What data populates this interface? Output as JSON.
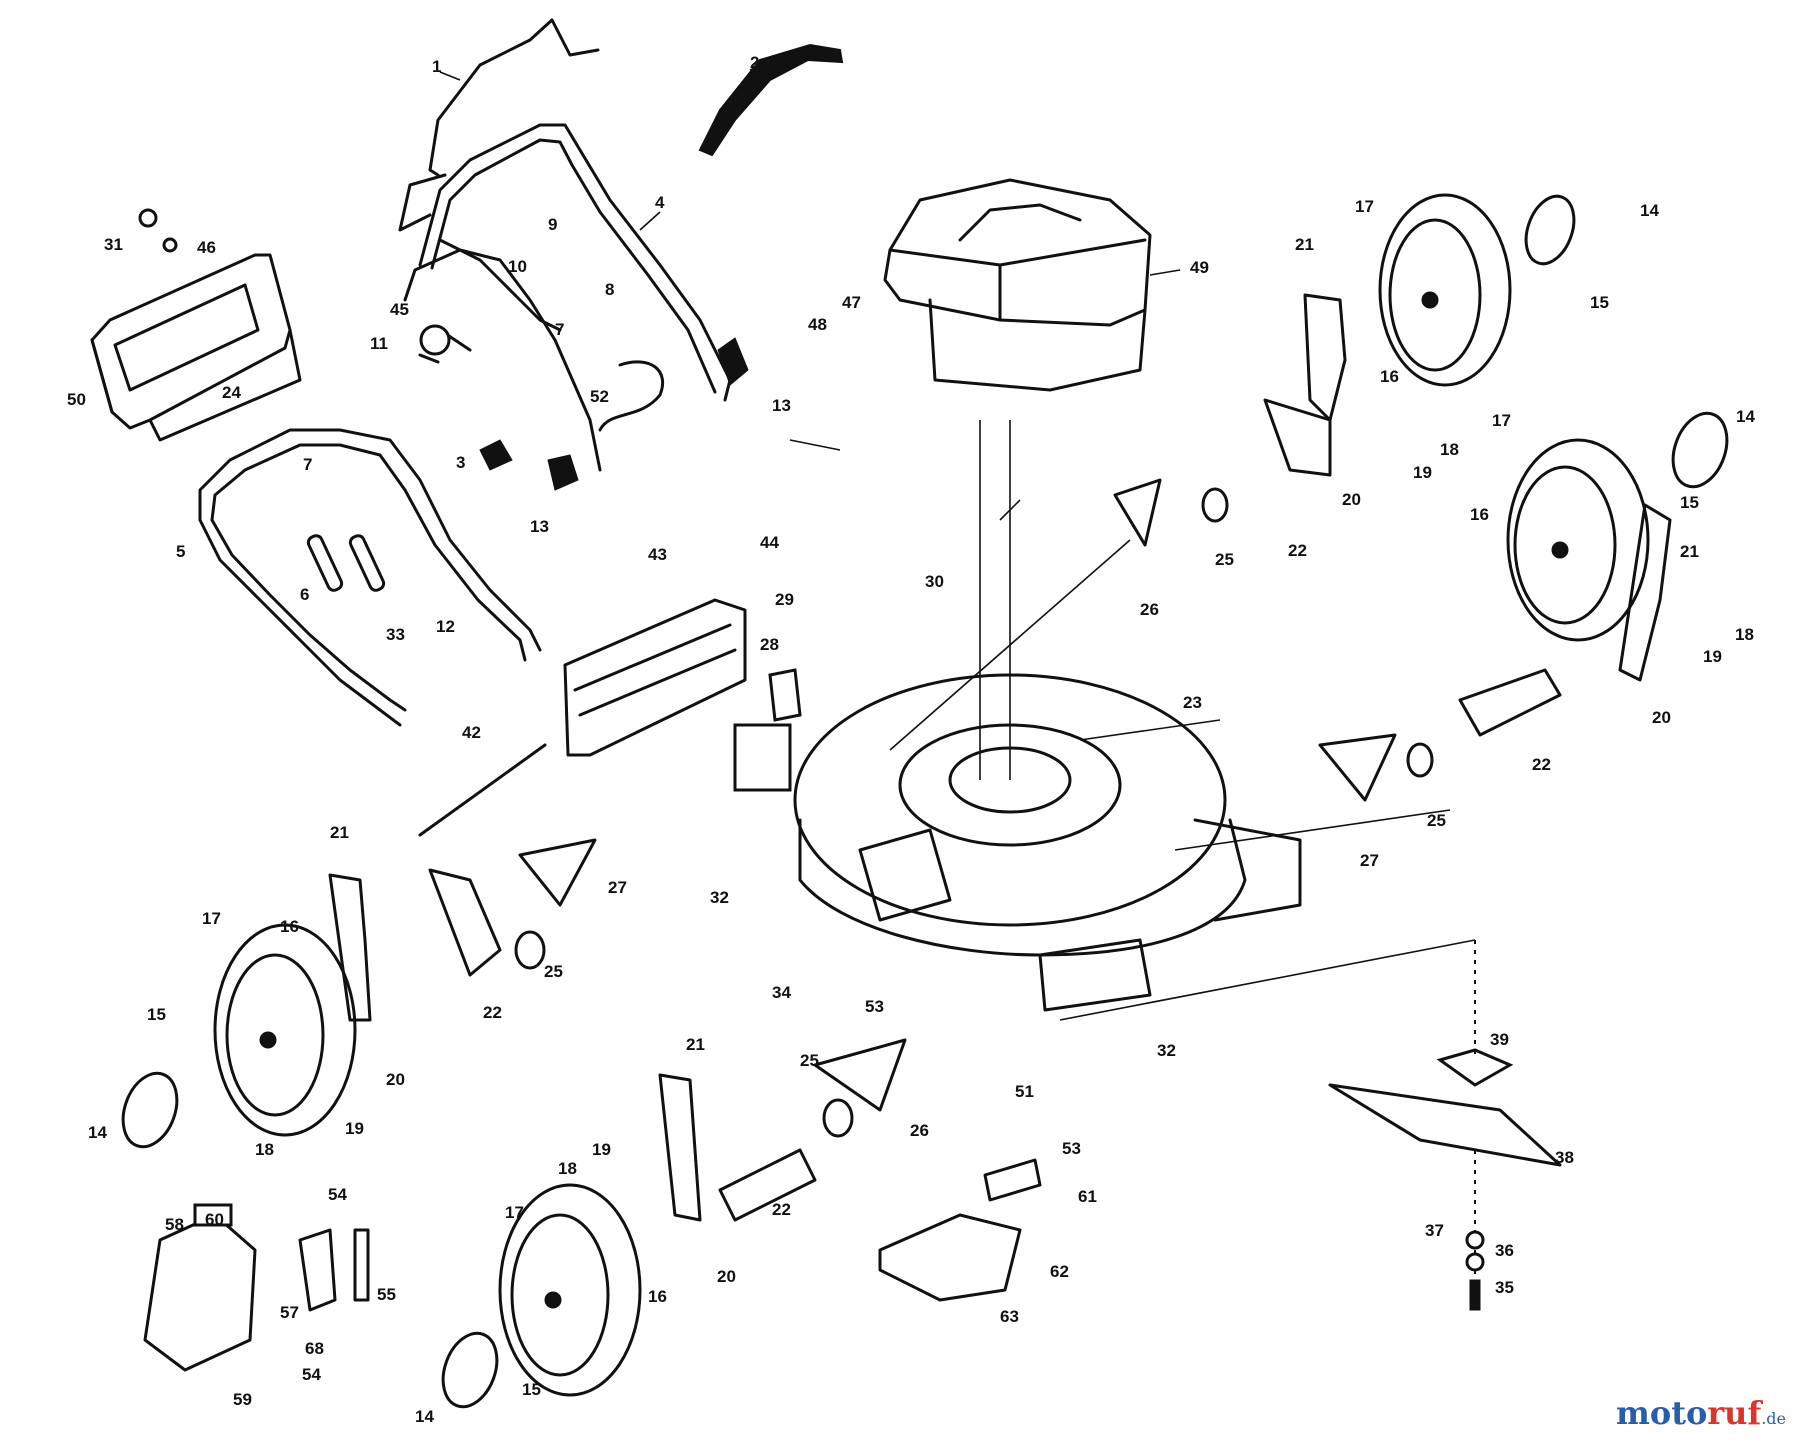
{
  "diagram": {
    "callouts": {
      "c1": "1",
      "c2": "2",
      "c3": "3",
      "c4": "4",
      "c5": "5",
      "c6": "6",
      "c7a": "7",
      "c7b": "7",
      "c8": "8",
      "c9": "9",
      "c10": "10",
      "c11": "11",
      "c12": "12",
      "c13a": "13",
      "c13b": "13",
      "c14a": "14",
      "c14b": "14",
      "c14c": "14",
      "c14d": "14",
      "c15a": "15",
      "c15b": "15",
      "c15c": "15",
      "c15d": "15",
      "c16a": "16",
      "c16b": "16",
      "c16c": "16",
      "c16d": "16",
      "c17a": "17",
      "c17b": "17",
      "c17c": "17",
      "c17d": "17",
      "c18a": "18",
      "c18b": "18",
      "c18c": "18",
      "c18d": "18",
      "c19a": "19",
      "c19b": "19",
      "c19c": "19",
      "c19d": "19",
      "c20a": "20",
      "c20b": "20",
      "c20c": "20",
      "c20d": "20",
      "c21a": "21",
      "c21b": "21",
      "c21c": "21",
      "c21d": "21",
      "c22a": "22",
      "c22b": "22",
      "c22c": "22",
      "c22d": "22",
      "c23": "23",
      "c24": "24",
      "c25a": "25",
      "c25b": "25",
      "c25c": "25",
      "c25d": "25",
      "c26a": "26",
      "c26b": "26",
      "c27a": "27",
      "c27b": "27",
      "c28": "28",
      "c29": "29",
      "c30": "30",
      "c31": "31",
      "c32a": "32",
      "c32b": "32",
      "c33": "33",
      "c34": "34",
      "c35": "35",
      "c36": "36",
      "c37": "37",
      "c38": "38",
      "c39": "39",
      "c42": "42",
      "c43": "43",
      "c44": "44",
      "c45": "45",
      "c46": "46",
      "c47": "47",
      "c48": "48",
      "c49": "49",
      "c50": "50",
      "c51": "51",
      "c52": "52",
      "c53a": "53",
      "c53b": "53",
      "c54a": "54",
      "c54b": "54",
      "c55": "55",
      "c57": "57",
      "c58": "58",
      "c59": "59",
      "c60": "60",
      "c61": "61",
      "c62": "62",
      "c63": "63",
      "c68": "68"
    }
  },
  "watermark": {
    "brand_part1": "moto",
    "brand_part2": "ruf",
    "brand_suffix": ".de"
  }
}
